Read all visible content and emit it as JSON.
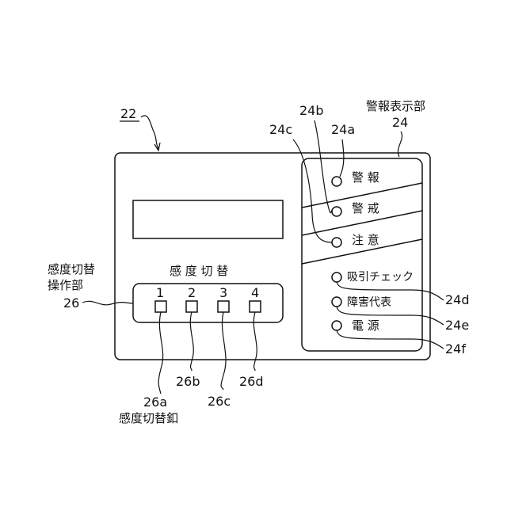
{
  "device_ref": "22",
  "display": {
    "alarm_area": {
      "ref": "24",
      "caption": "警報表示部"
    },
    "indicators": [
      {
        "ref": "24a",
        "label": "警 報"
      },
      {
        "ref": "24b",
        "label": "警 戒"
      },
      {
        "ref": "24c",
        "label": "注 意"
      },
      {
        "ref": "24d",
        "label": "吸引チェック"
      },
      {
        "ref": "24e",
        "label": "障害代表"
      },
      {
        "ref": "24f",
        "label": "電 源"
      }
    ]
  },
  "sensitivity": {
    "panel_title": "感 度 切 替",
    "operator_ref": "26",
    "operator_caption_line1": "感度切替",
    "operator_caption_line2": "操作部",
    "buttons": [
      {
        "number": "1",
        "ref": "26a"
      },
      {
        "number": "2",
        "ref": "26b"
      },
      {
        "number": "3",
        "ref": "26c"
      },
      {
        "number": "4",
        "ref": "26d"
      }
    ],
    "button_caption": "感度切替釦"
  },
  "colors": {
    "line": "#111111",
    "background": "#ffffff"
  }
}
